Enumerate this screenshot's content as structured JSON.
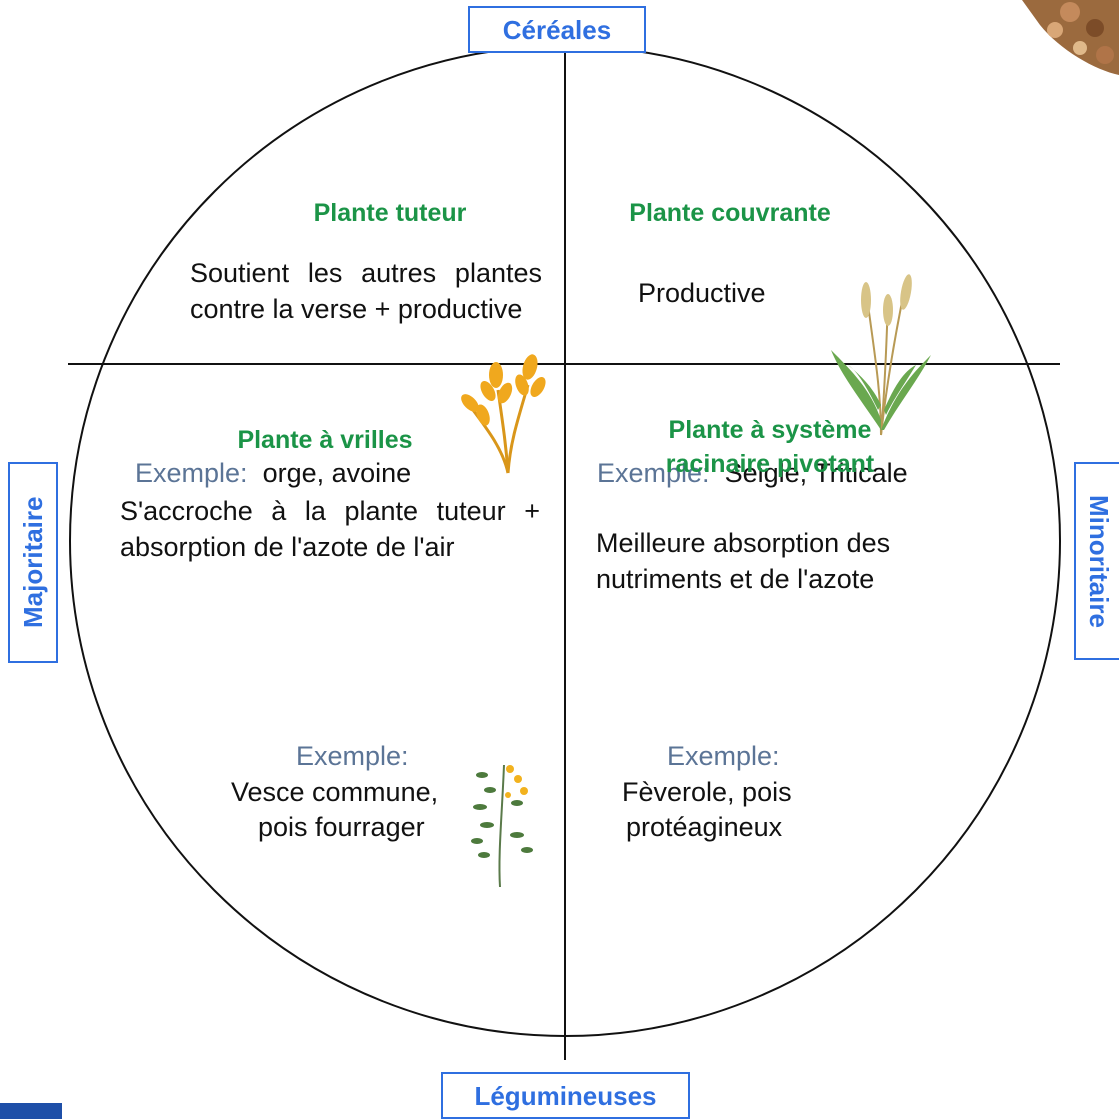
{
  "axes": {
    "top": "Céréales",
    "bottom": "Légumineuses",
    "left": "Majoritaire",
    "right": "Minoritaire"
  },
  "quadrants": {
    "top_left": {
      "title": "Plante tuteur",
      "description": "Soutient les autres plantes contre la verse + productive",
      "example_label": "Exemple:",
      "example_value": "orge, avoine",
      "icon": "golden-wheat-icon"
    },
    "top_right": {
      "title": "Plante couvrante",
      "description": "Productive",
      "example_label": "Exemple:",
      "example_value": "Seigle, Triticale",
      "icon": "green-wheat-plant-icon"
    },
    "bottom_left": {
      "title": "Plante à vrilles",
      "description": "S'accroche à la plante tuteur + absorption de l'azote de l'air",
      "example_label": "Exemple:",
      "example_value_line1": "Vesce commune,",
      "example_value_line2": "pois fourrager",
      "icon": "vetch-plant-icon"
    },
    "bottom_right": {
      "title_line1": "Plante à système",
      "title_line2": "racinaire pivotant",
      "description": "Meilleure absorption des nutriments et de l'azote",
      "example_label": "Exemple:",
      "example_value_line1": "Fèverole, pois",
      "example_value_line2": "protéagineux"
    }
  },
  "colors": {
    "axis_label": "#2f6fe0",
    "title_green": "#1b9447",
    "example_label": "#5b7496",
    "corner_square": "#1e4fa8"
  }
}
